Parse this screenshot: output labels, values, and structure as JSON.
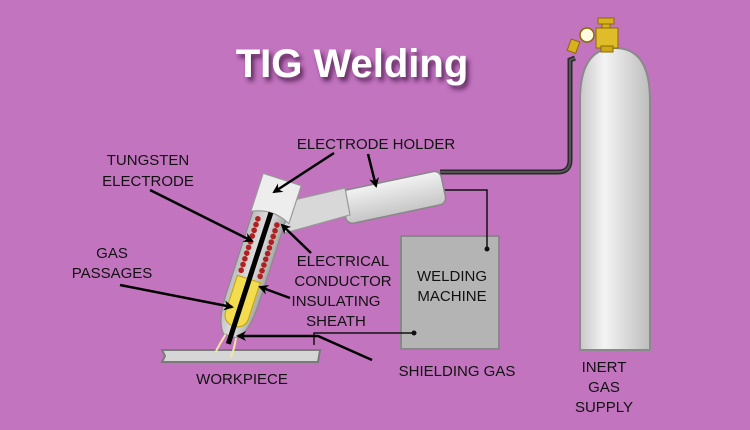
{
  "title": "TIG Welding",
  "colors": {
    "background": "#c274bf",
    "torch_body": "#dcdcdc",
    "conductor": "#b02020",
    "sheath": "#f0d040",
    "machine": "#b4b4b4",
    "cylinder": "#e2e2e2",
    "valve": "#d8b020",
    "arrows": "#000000"
  },
  "labels": {
    "tungsten_electrode": [
      "TUNGSTEN",
      "ELECTRODE"
    ],
    "gas_passages": [
      "GAS",
      "PASSAGES"
    ],
    "electrode_holder": "ELECTRODE HOLDER",
    "electrical_conductor": [
      "ELECTRICAL",
      "CONDUCTOR"
    ],
    "insulating_sheath": [
      "INSULATING",
      "SHEATH"
    ],
    "welding_machine": [
      "WELDING",
      "MACHINE"
    ],
    "workpiece": "WORKPIECE",
    "shielding_gas": "SHIELDING GAS",
    "inert_gas_supply": [
      "INERT",
      "GAS",
      "SUPPLY"
    ]
  }
}
